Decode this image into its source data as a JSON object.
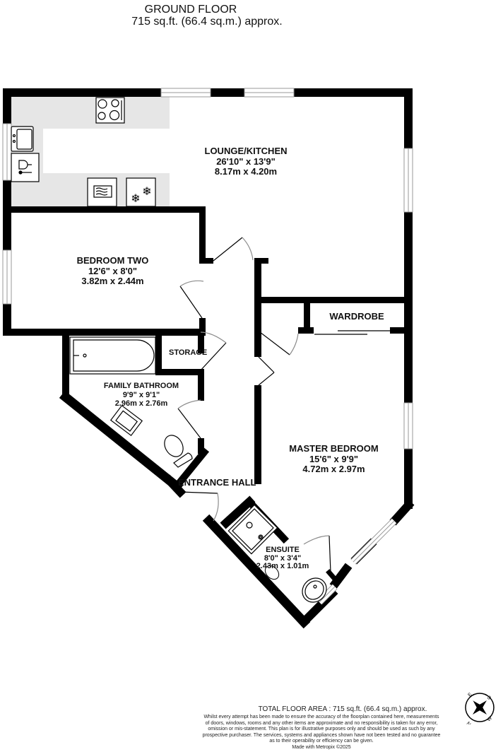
{
  "header": {
    "title": "GROUND FLOOR",
    "area": "715 sq.ft. (66.4 sq.m.) approx."
  },
  "rooms": {
    "lounge_kitchen": {
      "name": "LOUNGE/KITCHEN",
      "imperial": "26'10\"  x 13'9\"",
      "metric": "8.17m  x 4.20m"
    },
    "bedroom_two": {
      "name": "BEDROOM TWO",
      "imperial": "12'6\"  x 8'0\"",
      "metric": "3.82m  x 2.44m"
    },
    "storage": {
      "name": "STORAGE"
    },
    "family_bathroom": {
      "name": "FAMILY BATHROOM",
      "imperial": "9'9\"  x 9'1\"",
      "metric": "2.96m  x 2.76m"
    },
    "wardrobe": {
      "name": "WARDROBE"
    },
    "master_bedroom": {
      "name": "MASTER BEDROOM",
      "imperial": "15'6\"  x 9'9\"",
      "metric": "4.72m  x 2.97m"
    },
    "entrance_hall": {
      "name": "ENTRANCE HALL"
    },
    "ensuite": {
      "name": "ENSUITE",
      "imperial": "8'0\"  x 3'4\"",
      "metric": "2.43m  x 1.01m"
    }
  },
  "fixtures": [
    "hob-icon",
    "sink-icon",
    "dishwasher-icon",
    "washing-machine-icon",
    "fridge-freezer-icon",
    "bath-icon",
    "basin-icon",
    "toilet-icon",
    "shower-tray-icon"
  ],
  "compass": {
    "n": "N",
    "s": "S",
    "e": "E",
    "w": "W"
  },
  "footer": {
    "total": "TOTAL FLOOR AREA : 715 sq.ft. (66.4 sq.m.) approx.",
    "disclaimer_lines": [
      "Whilst every attempt has been made to ensure the accuracy of the floorplan contained here, measurements",
      "of doors, windows, rooms and any other items are approximate and no responsibility is taken for any error,",
      "omission or mis-statement. This plan is for illustrative purposes only and should be used as such by any",
      "prospective purchaser. The services, systems and appliances shown have not been tested and no guarantee",
      "as to their operability or efficiency can be given."
    ],
    "credit": "Made with Metropix ©2025"
  },
  "colors": {
    "wall": "#000000",
    "counter": "#e6e6e6",
    "window": "#9a9a9a",
    "door_arc": "#8c8c8c"
  }
}
